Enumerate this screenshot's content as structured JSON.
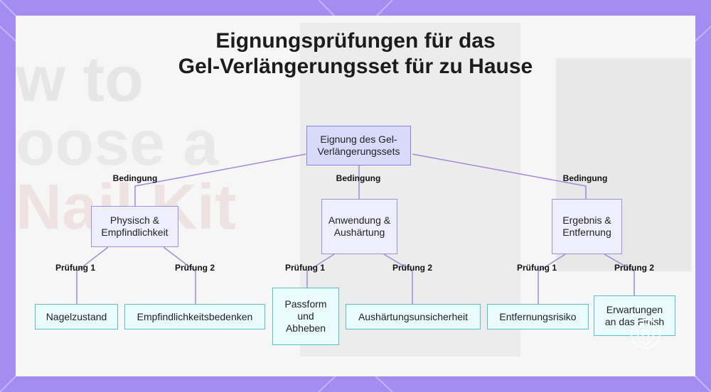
{
  "title": {
    "line1": "Eignungsprüfungen für das",
    "line2": "Gel-Verlängerungsset für zu Hause"
  },
  "root": "Eignung des Gel-Verlängerungssets",
  "edge_label_level1": "Bedingung",
  "branches": [
    {
      "label": "Physisch & Empfindlichkeit",
      "check1_label": "Prüfung 1",
      "check1": "Nagelzustand",
      "check2_label": "Prüfung 2",
      "check2": "Empfindlichkeitsbedenken"
    },
    {
      "label": "Anwendung & Aushärtung",
      "check1_label": "Prüfung 1",
      "check1": "Passform und Abheben",
      "check2_label": "Prüfung 2",
      "check2": "Aushärtungsunsicherheit"
    },
    {
      "label": "Ergebnis & Entfernung",
      "check1_label": "Prüfung 1",
      "check1": "Entfernungsrisiko",
      "check2_label": "Prüfung 2",
      "check2": "Erwartungen an das Finish"
    }
  ],
  "colors": {
    "frame": "#a48cf0",
    "panel": "#f6f6f6",
    "root_fill": "#d9d9fb",
    "mid_fill": "#eeeefe",
    "leaf_fill": "#e9fbfd",
    "edge": "#a08ad8"
  },
  "icons": {
    "watermark": "shield-logo-icon"
  }
}
